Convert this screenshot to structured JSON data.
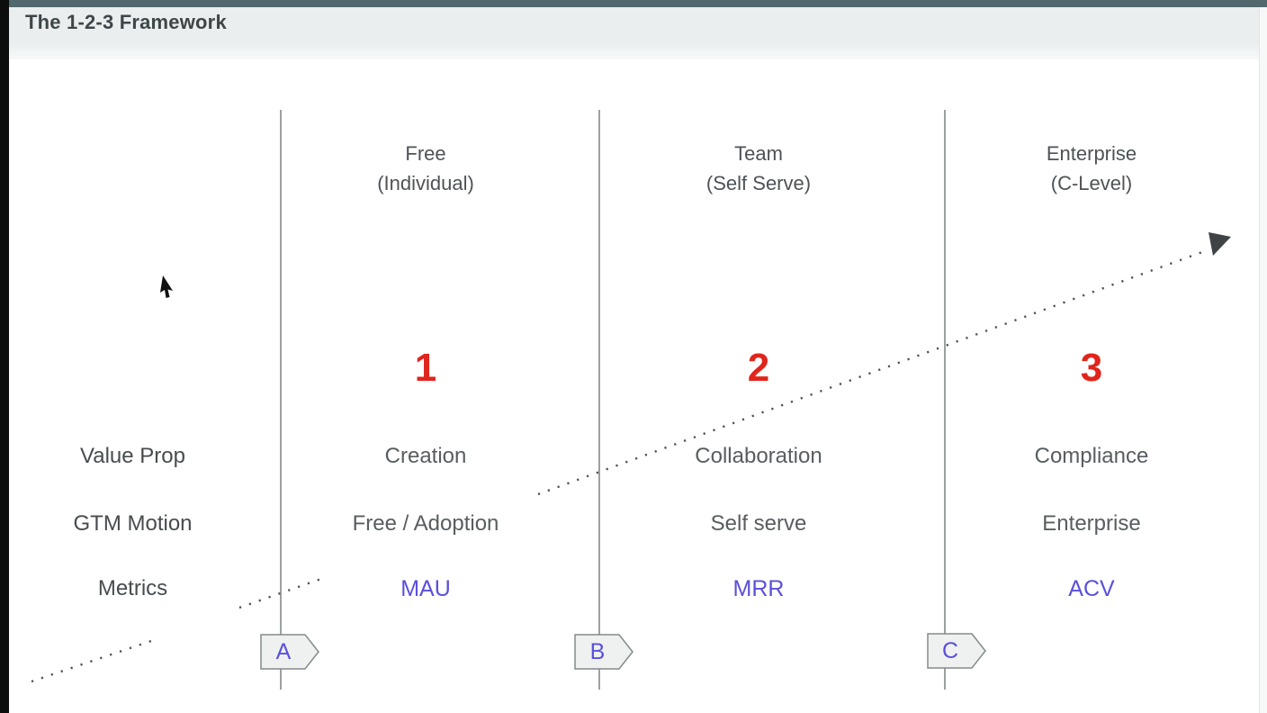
{
  "window": {
    "title": "The 1-2-3 Framework"
  },
  "rows": [
    "Value Prop",
    "GTM Motion",
    "Metrics"
  ],
  "columns": [
    {
      "header_line1": "Free",
      "header_line2": "(Individual)",
      "number": "1",
      "value_prop": "Creation",
      "gtm_motion": "Free / Adoption",
      "metric": "MAU",
      "tag": "A"
    },
    {
      "header_line1": "Team",
      "header_line2": "(Self Serve)",
      "number": "2",
      "value_prop": "Collaboration",
      "gtm_motion": "Self serve",
      "metric": "MRR",
      "tag": "B"
    },
    {
      "header_line1": "Enterprise",
      "header_line2": "(C-Level)",
      "number": "3",
      "value_prop": "Compliance",
      "gtm_motion": "Enterprise",
      "metric": "ACV",
      "tag": "C"
    }
  ],
  "arrow": {
    "style": "dotted",
    "direction": "up-right"
  },
  "colors": {
    "top_strip": "#51686c",
    "header_band": "#ebeeee",
    "title_text": "#3e4649",
    "body_text": "#585d60",
    "row_label_text": "#474c4f",
    "number_red": "#e0251d",
    "metric_blue": "#5a50db",
    "tag_letter_blue": "#5a50db",
    "divider_line": "#9ba1a1",
    "dotted_arrow": "#4f5355"
  }
}
